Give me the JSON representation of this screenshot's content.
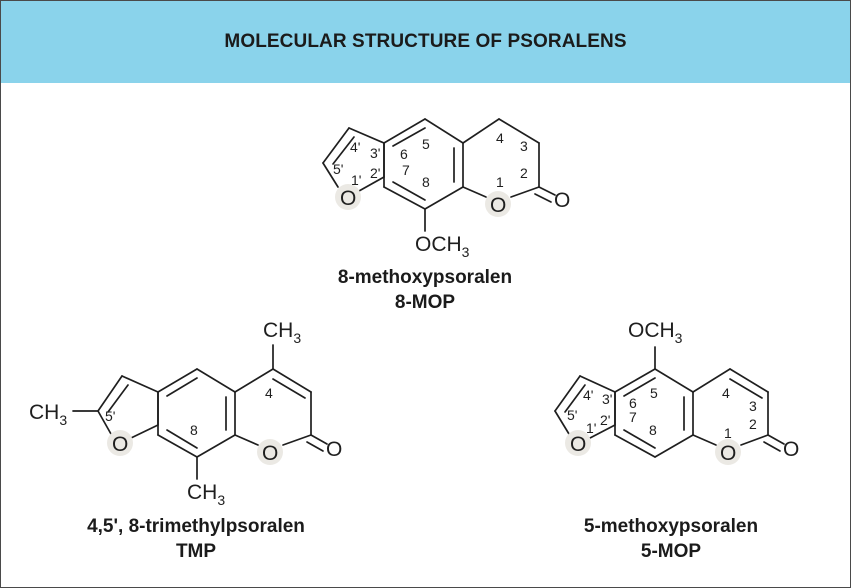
{
  "header": {
    "title": "MOLECULAR STRUCTURE OF PSORALENS"
  },
  "colors": {
    "banner": "#8ad3eb",
    "ink": "#1f1f1f",
    "atom_halo": "#ebe9e4"
  },
  "compounds": {
    "mop8": {
      "name": "8-methoxypsoralen",
      "abbr": "8-MOP",
      "substituent": {
        "main": "OCH",
        "sub": "3"
      },
      "atoms": {
        "o1": "O",
        "o2": "O",
        "o3": "O"
      },
      "positions": [
        "4'",
        "5'",
        "3'",
        "2'",
        "1'",
        "6",
        "5",
        "7",
        "8",
        "4",
        "3",
        "2",
        "1"
      ]
    },
    "tmp": {
      "name": "4,5', 8-trimethylpsoralen",
      "abbr": "TMP",
      "methyl_top": {
        "main": "CH",
        "sub": "3"
      },
      "methyl_left": {
        "main": "CH",
        "sub": "3"
      },
      "methyl_bottom": {
        "main": "CH",
        "sub": "3"
      },
      "atoms": {
        "o1": "O",
        "o2": "O",
        "o3": "O"
      },
      "positions": [
        "4",
        "5'",
        "8"
      ]
    },
    "mop5": {
      "name": "5-methoxypsoralen",
      "abbr": "5-MOP",
      "substituent": {
        "main": "OCH",
        "sub": "3"
      },
      "atoms": {
        "o1": "O",
        "o2": "O",
        "o3": "O"
      },
      "positions": [
        "4'",
        "3'",
        "5",
        "4",
        "5'",
        "6",
        "3",
        "2'",
        "7",
        "2",
        "1'",
        "8",
        "1"
      ]
    }
  }
}
